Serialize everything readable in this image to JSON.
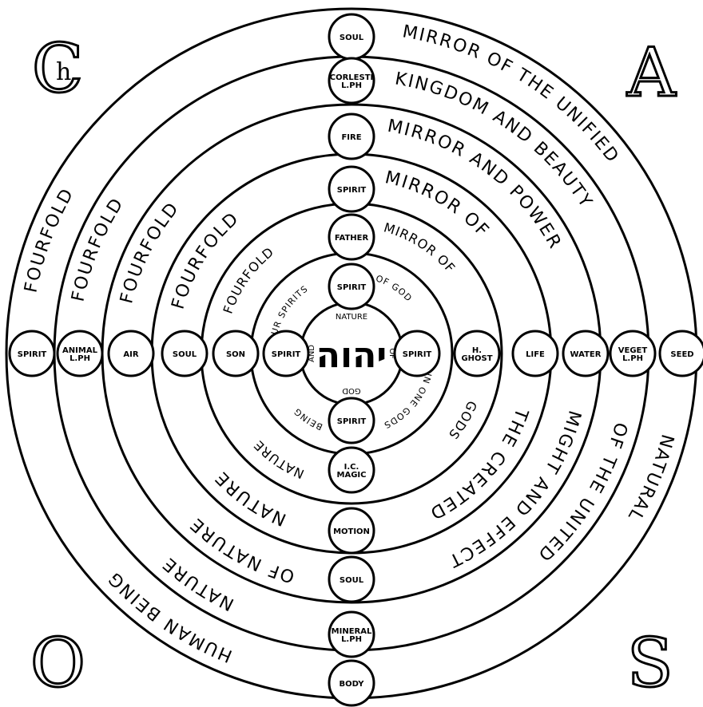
{
  "corners": {
    "top_left": "C",
    "top_left_small": "h",
    "top_right": "A",
    "bottom_left": "O",
    "bottom_right": "S"
  },
  "center": {
    "top": "NATURE",
    "bottom": "GOD",
    "left": "AND",
    "right": "OF",
    "glyph": "יהוה"
  },
  "beads_top": [
    "SOUL",
    "CORLESTI L.PH",
    "FIRE",
    "SPIRIT",
    "FATHER",
    "SPIRIT"
  ],
  "beads_bottom": [
    "SPIRIT",
    "I.C. MAGIC",
    "MOTION",
    "SOUL",
    "MINERAL L.PH",
    "BODY"
  ],
  "beads_left": [
    "SPIRIT",
    "ANIMAL L.PH",
    "AIR",
    "SOUL",
    "SON",
    "SPIRIT"
  ],
  "beads_right": [
    "SPIRIT",
    "H. GHOST",
    "LIFE",
    "WATER",
    "VEGET L.PH",
    "SEED"
  ],
  "arcs_upper_left": [
    "FOURFOLD",
    "FOURFOLD",
    "FOURFOLD",
    "FOURFOLD",
    "FOURFOLD",
    "FOUR SPIRITS"
  ],
  "arcs_upper_right": [
    "MIRROR OF THE UNIFIED",
    "KINGDOM AND BEAUTY",
    "MIRROR AND POWER",
    "MIRROR OF",
    "MIRROR OF",
    "OF GOD"
  ],
  "arcs_lower_left": [
    "HUMAN BEING",
    "NATURE",
    "OF NATURE",
    "NATURE",
    "NATURE",
    "BEING"
  ],
  "arcs_lower_right": [
    "NATURAL",
    "OF THE UNITED",
    "MIGHT AND EFFECT",
    "THE CREATED",
    "GODS",
    "IN ONE GODS"
  ]
}
